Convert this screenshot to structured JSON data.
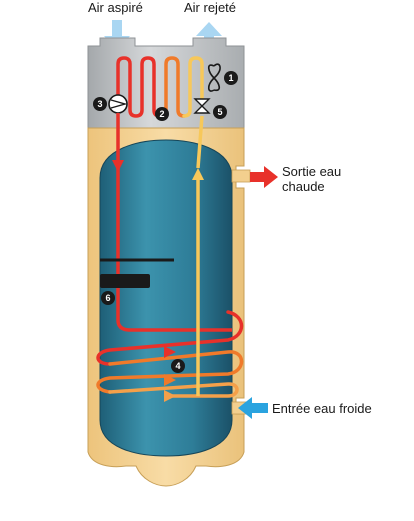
{
  "labels": {
    "air_in": "Air aspiré",
    "air_out": "Air rejeté",
    "hot_out_line1": "Sortie eau",
    "hot_out_line2": "chaude",
    "cold_in": "Entrée eau froide"
  },
  "markers": [
    "1",
    "2",
    "3",
    "4",
    "5",
    "6"
  ],
  "colors": {
    "hot_pipe": "#e8312a",
    "warm_pipe": "#f07a2a",
    "cool_pipe": "#f7c85a",
    "hot_arrow": "#e8312a",
    "cold_arrow": "#2aa3df",
    "air_arrow": "#a9d6f2",
    "casing": "#f6d69a",
    "tank": "#2f7f9a",
    "head": "#b9bcbe"
  },
  "icons": [
    "fan-icon",
    "compressor-icon",
    "expansion-valve-icon"
  ]
}
